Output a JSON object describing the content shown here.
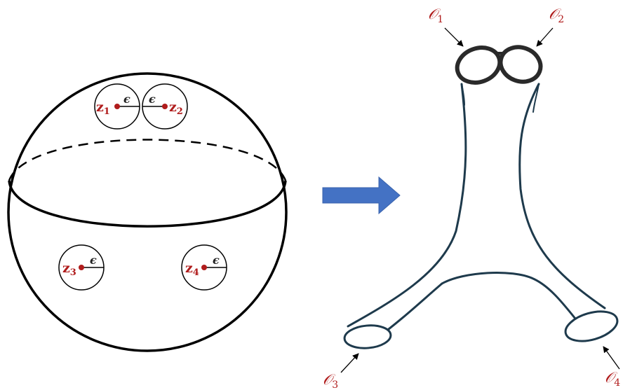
{
  "sphere": {
    "points": [
      {
        "name": "z",
        "sub": "1",
        "eps": "ϵ"
      },
      {
        "name": "z",
        "sub": "2",
        "eps": "ϵ"
      },
      {
        "name": "z",
        "sub": "3",
        "eps": "ϵ"
      },
      {
        "name": "z",
        "sub": "4",
        "eps": "ϵ"
      }
    ]
  },
  "surface": {
    "operators": [
      {
        "name": "𝒪",
        "sub": "1"
      },
      {
        "name": "𝒪",
        "sub": "2"
      },
      {
        "name": "𝒪",
        "sub": "3"
      },
      {
        "name": "𝒪",
        "sub": "4"
      }
    ]
  },
  "colors": {
    "point": "#b01c1c",
    "label": "#b01c1c",
    "arrow": "#4472c4",
    "tube": "#1e3a4c"
  }
}
